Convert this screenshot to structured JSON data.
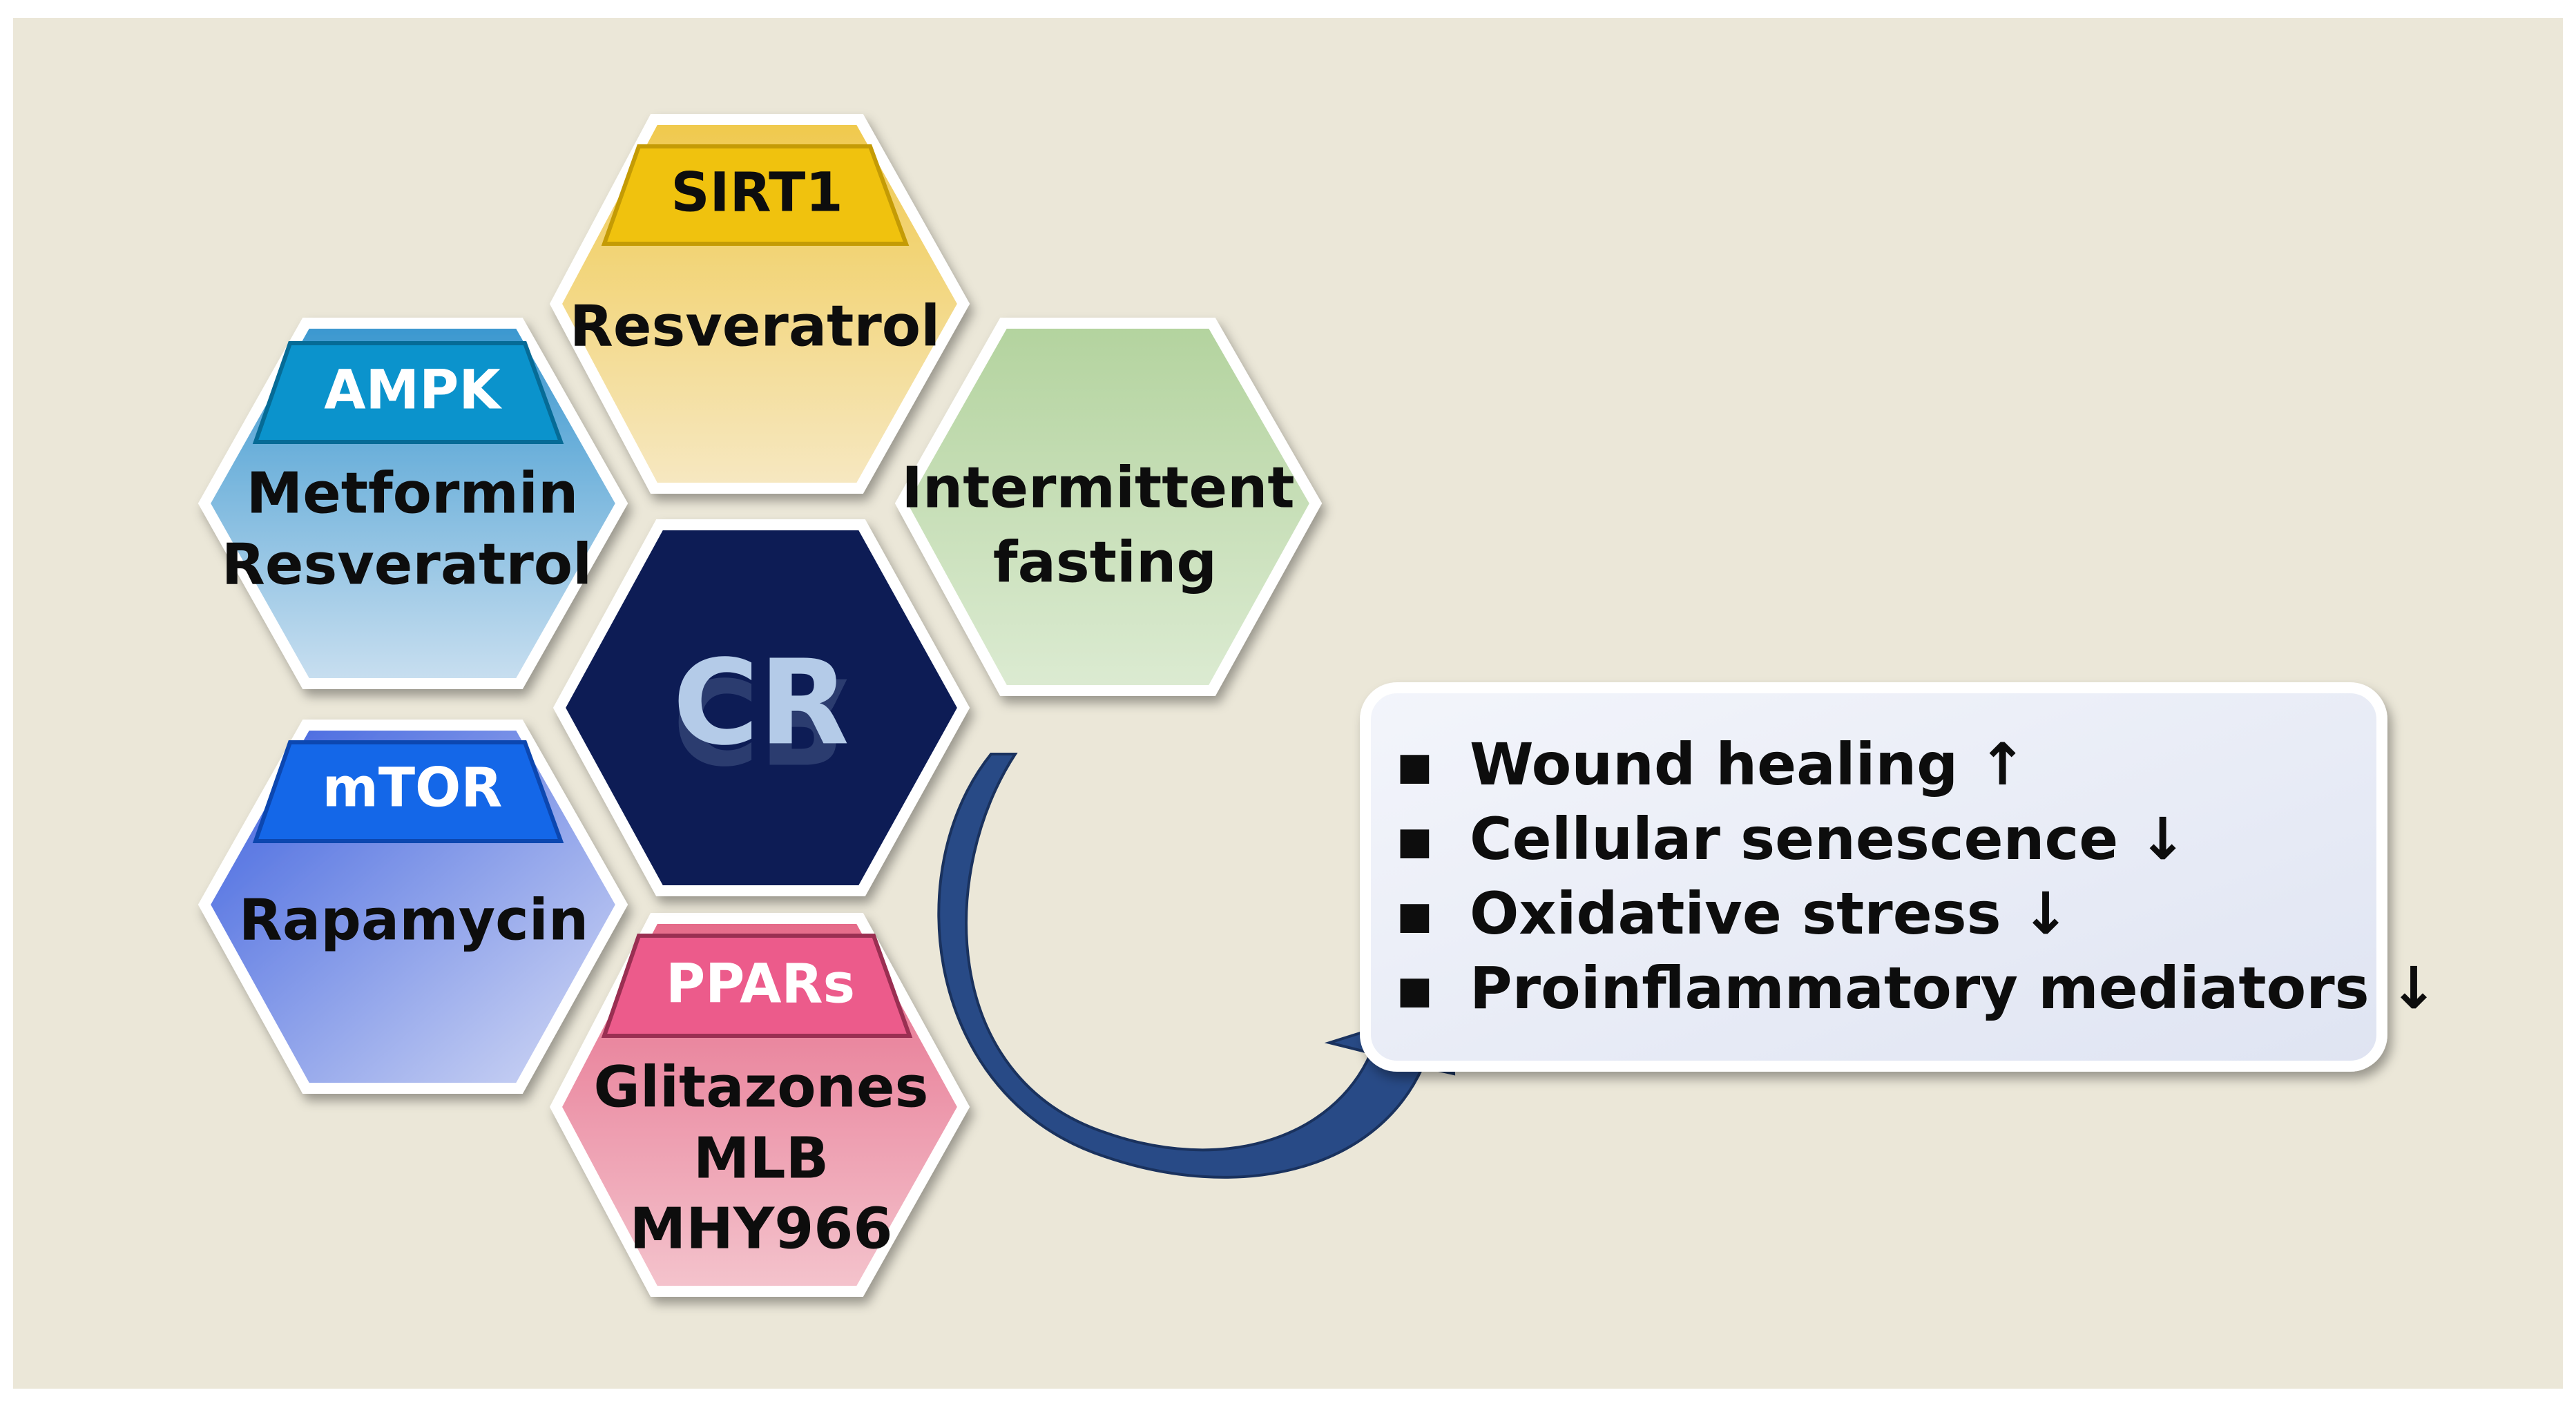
{
  "center": {
    "label": "CR"
  },
  "hexagons": [
    {
      "id": "sirt1",
      "tag": "SIRT1",
      "lines": [
        "Resveratrol"
      ]
    },
    {
      "id": "ampk",
      "tag": "AMPK",
      "lines": [
        "Metformin",
        "Resveratrol"
      ]
    },
    {
      "id": "fasting",
      "tag": "",
      "lines": [
        "Intermittent",
        "fasting"
      ]
    },
    {
      "id": "mtor",
      "tag": "mTOR",
      "lines": [
        "Rapamycin"
      ]
    },
    {
      "id": "ppars",
      "tag": "PPARs",
      "lines": [
        "Glitazones",
        "MLB",
        "MHY966"
      ]
    }
  ],
  "effects": {
    "bullet": "▪",
    "items": [
      "Wound healing ↑",
      "Cellular senescence ↓",
      "Oxidative stress ↓",
      "Proinflammatory mediators ↓"
    ]
  },
  "colors": {
    "panel": "#ebe7d8",
    "center_fill": "#0a1a55",
    "sirt1": "#f2d062",
    "ampk": "#5aa9d6",
    "fasting": "#b7d5a4",
    "mtor": "#5a79df",
    "ppars": "#ec7f98",
    "arrow": "#284a86"
  }
}
